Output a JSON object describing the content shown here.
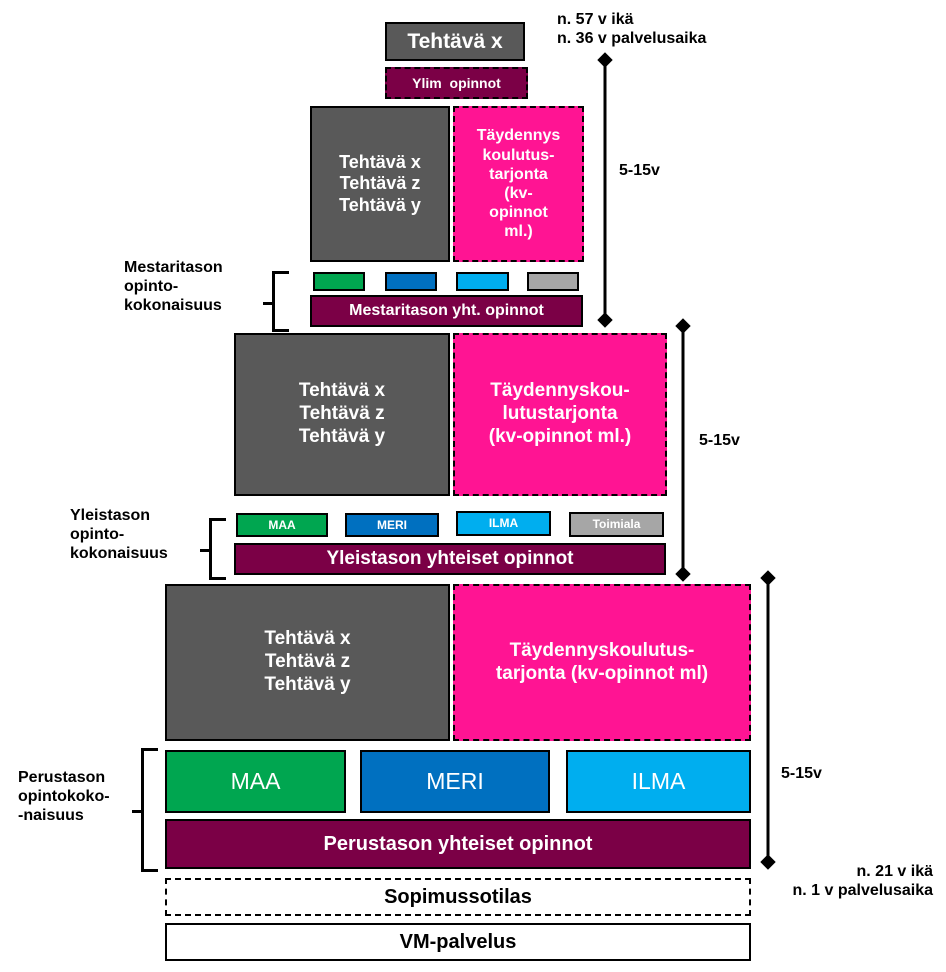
{
  "top": {
    "task": "Tehtävä x",
    "ylim": "Ylim  opinnot",
    "age_note": "n. 57 v ikä\nn. 36 v palvelusaika"
  },
  "level3": {
    "tasks": "Tehtävä x\nTehtävä z\nTehtävä y",
    "supplement": "Täydennys\nkoulutus-\ntarjonta\n(kv-\nopinnot\nml.)",
    "common": "Mestaritason yht. opinnot",
    "group_label": "Mestaritason\nopinto-\nkokonaisuus",
    "span": "5-15v"
  },
  "level2": {
    "tasks": "Tehtävä x\nTehtävä z\nTehtävä y",
    "supplement": "Täydennyskou-\nlutustarjonta\n(kv-opinnot ml.)",
    "branches": [
      "MAA",
      "MERI",
      "ILMA",
      "Toimiala"
    ],
    "common": "Yleistason yhteiset opinnot",
    "group_label": "Yleistason\nopinto-\nkokonaisuus",
    "span": "5-15v"
  },
  "level1": {
    "tasks": "Tehtävä x\nTehtävä z\nTehtävä y",
    "supplement": "Täydennyskoulutus-\ntarjonta (kv-opinnot ml)",
    "branches": [
      "MAA",
      "MERI",
      "ILMA"
    ],
    "common": "Perustason yhteiset opinnot",
    "group_label": "Perustason\nopintokoko-\n-naisuus",
    "span": "5-15v",
    "age_note": "n. 21 v ikä\nn. 1 v palvelusaika"
  },
  "base": {
    "contract": "Sopimussotilas",
    "conscript": "VM-palvelus"
  },
  "colors": {
    "task_gray": "#595959",
    "wine": "#7b0046",
    "pink": "#ff1493",
    "green": "#00a650",
    "blue": "#0070c0",
    "light_blue": "#00aeef",
    "gray": "#a6a6a6"
  }
}
